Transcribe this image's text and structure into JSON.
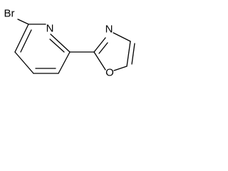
{
  "molecule": {
    "atoms": {
      "bromine": "Br",
      "pyridine_nitrogen": "N",
      "oxazole_nitrogen": "N",
      "oxazole_oxygen": "O"
    }
  }
}
